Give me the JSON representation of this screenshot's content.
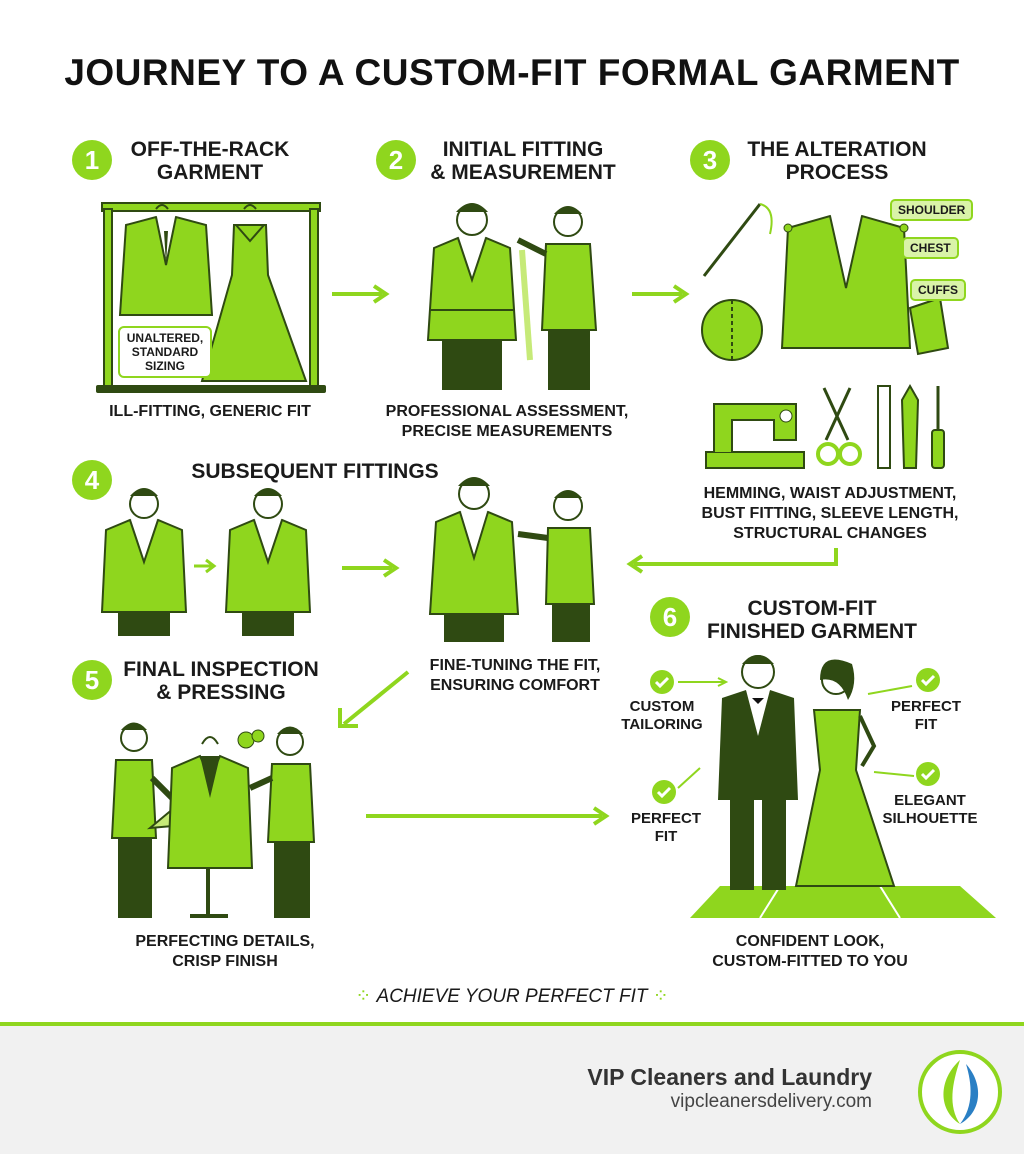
{
  "title": "JOURNEY TO A CUSTOM-FIT FORMAL GARMENT",
  "steps": [
    {
      "num": "1",
      "title": "OFF-THE-RACK\nGARMENT",
      "caption": "ILL-FITTING, GENERIC FIT",
      "note": "UNALTERED,\nSTANDARD\nSIZING"
    },
    {
      "num": "2",
      "title": "INITIAL FITTING\n& MEASUREMENT",
      "caption": "PROFESSIONAL ASSESSMENT,\nPRECISE MEASUREMENTS"
    },
    {
      "num": "3",
      "title": "THE ALTERATION\nPROCESS",
      "caption": "HEMMING, WAIST ADJUSTMENT,\nBUST FITTING, SLEEVE LENGTH,\nSTRUCTURAL CHANGES",
      "tags": [
        "SHOULDER",
        "CHEST",
        "CUFFS"
      ]
    },
    {
      "num": "4",
      "title": "SUBSEQUENT FITTINGS",
      "caption": "FINE-TUNING THE FIT,\nENSURING COMFORT"
    },
    {
      "num": "5",
      "title": "FINAL INSPECTION\n& PRESSING",
      "caption": "PERFECTING DETAILS,\nCRISP FINISH"
    },
    {
      "num": "6",
      "title": "CUSTOM-FIT\nFINISHED GARMENT",
      "caption": "CONFIDENT LOOK,\nCUSTOM-FITTED TO YOU",
      "labels": [
        "CUSTOM\nTAILORING",
        "PERFECT\nFIT",
        "PERFECT\nFIT",
        "ELEGANT\nSILHOUETTE"
      ]
    }
  ],
  "cta": "ACHIEVE YOUR PERFECT FIT",
  "footer": {
    "brand": "VIP Cleaners and Laundry",
    "website": "vipcleanersdelivery.com"
  },
  "colors": {
    "accent": "#8fd61e",
    "dark": "#2f4a12",
    "text": "#1a1a1a"
  }
}
